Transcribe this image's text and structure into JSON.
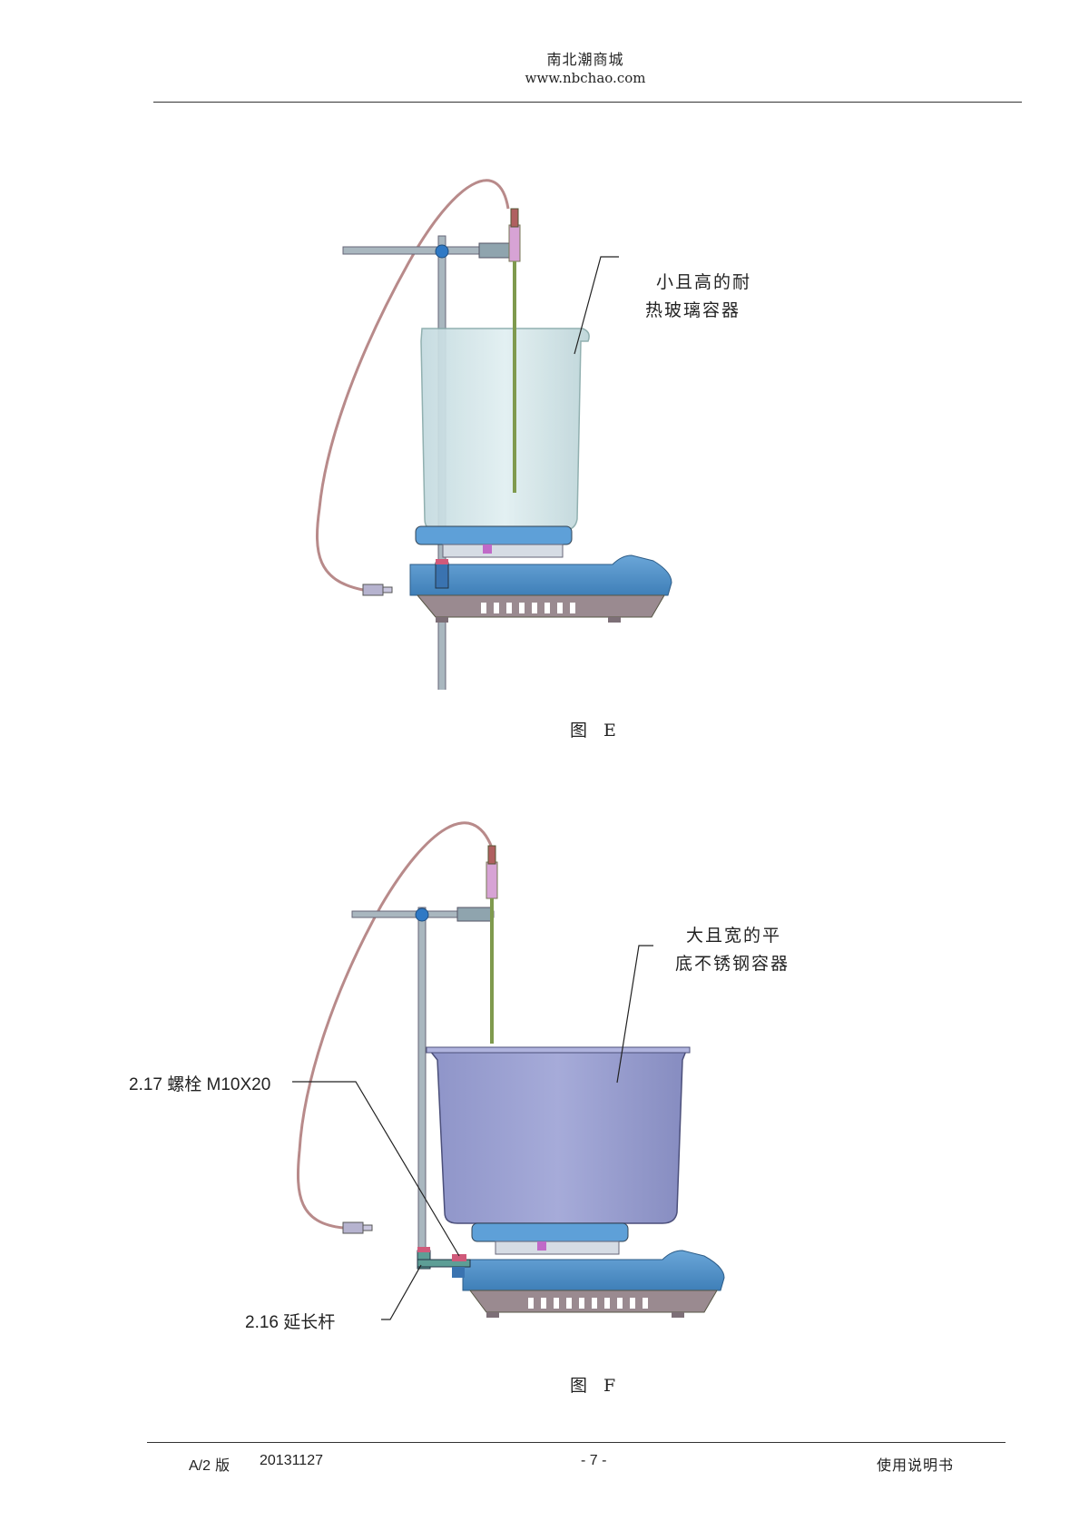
{
  "header": {
    "title": "南北潮商城",
    "url": "www.nbchao.com"
  },
  "figure_e": {
    "callout_line1": "小且高的耐",
    "callout_line2": "热玻璃容器",
    "caption": "图 E"
  },
  "figure_f": {
    "callout_line1": "大且宽的平",
    "callout_line2": "底不锈钢容器",
    "bolt_label": "2.17 螺栓  M10X20",
    "rod_label": "2.16  延长杆",
    "caption": "图 F"
  },
  "footer": {
    "version_prefix": "A/2",
    "version_suffix": "版",
    "date": "20131127",
    "page": "- 7 -",
    "doc_title": "使用说明书"
  },
  "colors": {
    "base_blue": "#4f8fc6",
    "base_bottom": "#9a8a90",
    "beaker": "#cfe3e6",
    "tray": "#9aa0d2",
    "cable": "#c49a9a",
    "probe": "#d8a4d4"
  }
}
